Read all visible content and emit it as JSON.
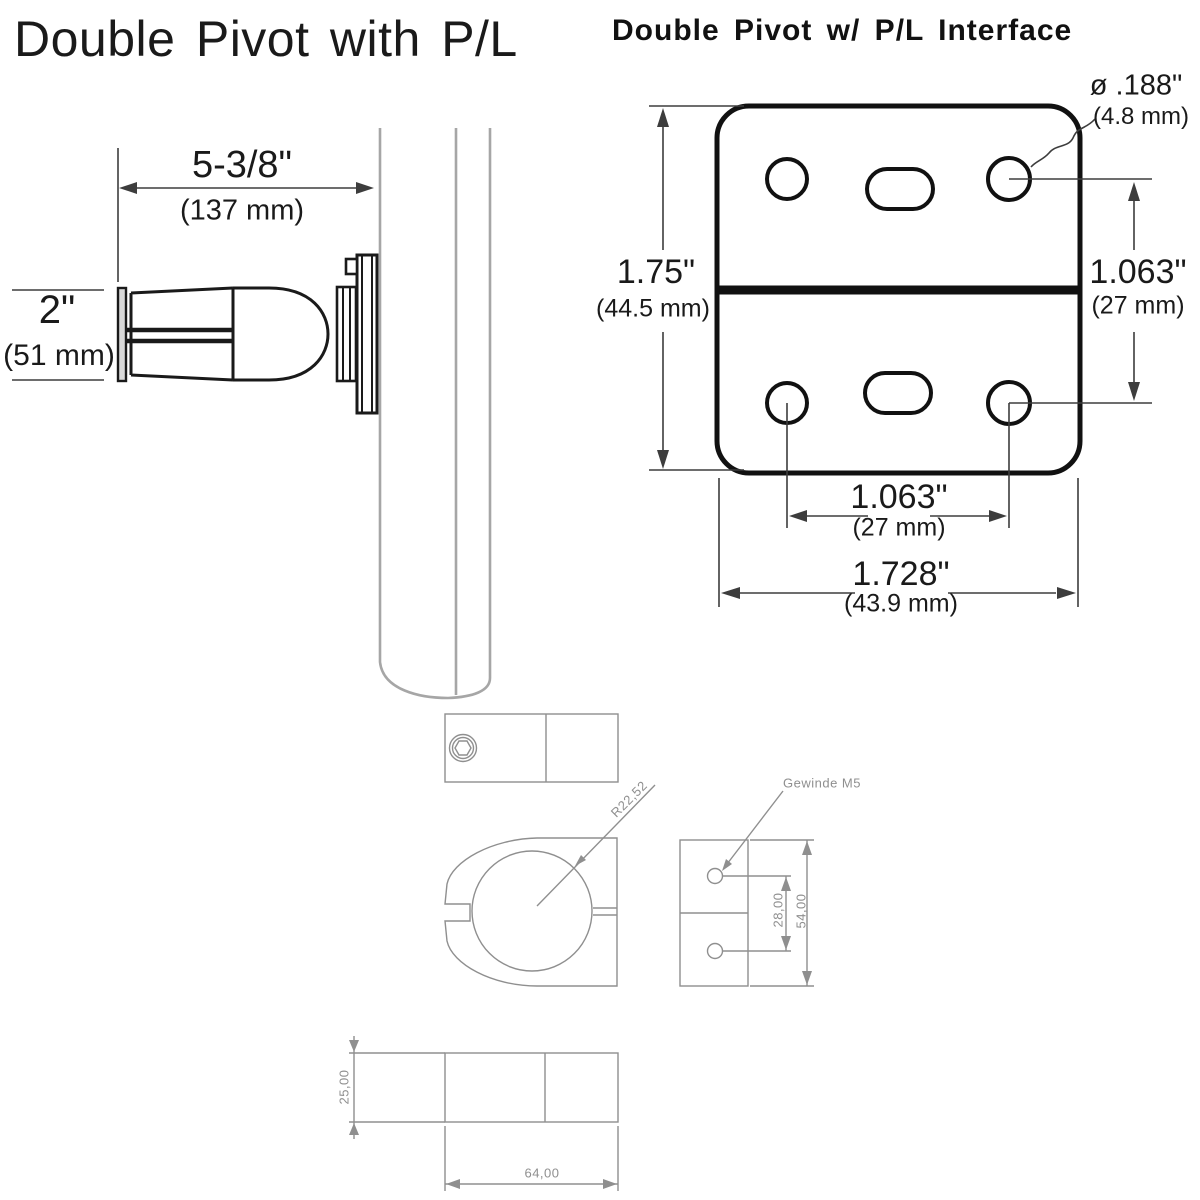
{
  "titles": {
    "left": "Double Pivot with P/L",
    "right": "Double Pivot w/ P/L Interface"
  },
  "side_view": {
    "arm_length": {
      "in": "5-3/8\"",
      "mm": "(137 mm)"
    },
    "mount_depth": {
      "in": "2\"",
      "mm": "(51 mm)"
    }
  },
  "interface_plate": {
    "plate_height": {
      "in": "1.75\"",
      "mm": "(44.5 mm)"
    },
    "hole_diameter": {
      "in": "ø .188\"",
      "mm": "(4.8 mm)"
    },
    "hole_v_spacing": {
      "in": "1.063\"",
      "mm": "(27 mm)"
    },
    "hole_h_spacing": {
      "in": "1.063\"",
      "mm": "(27 mm)"
    },
    "plate_width": {
      "in": "1.728\"",
      "mm": "(43.9 mm)"
    }
  },
  "clamp_drawing": {
    "bore_radius": "R22,52",
    "thread": "Gewinde M5",
    "hole_spacing": "28,00",
    "height": "54,00",
    "depth": "25,00",
    "width": "64,00"
  },
  "colors": {
    "ink": "#1a1a1a",
    "dimension_lines": "#3d3d3d",
    "pole": "#a6a6a6",
    "cad_lines": "#8f8f8f",
    "background": "#ffffff"
  }
}
